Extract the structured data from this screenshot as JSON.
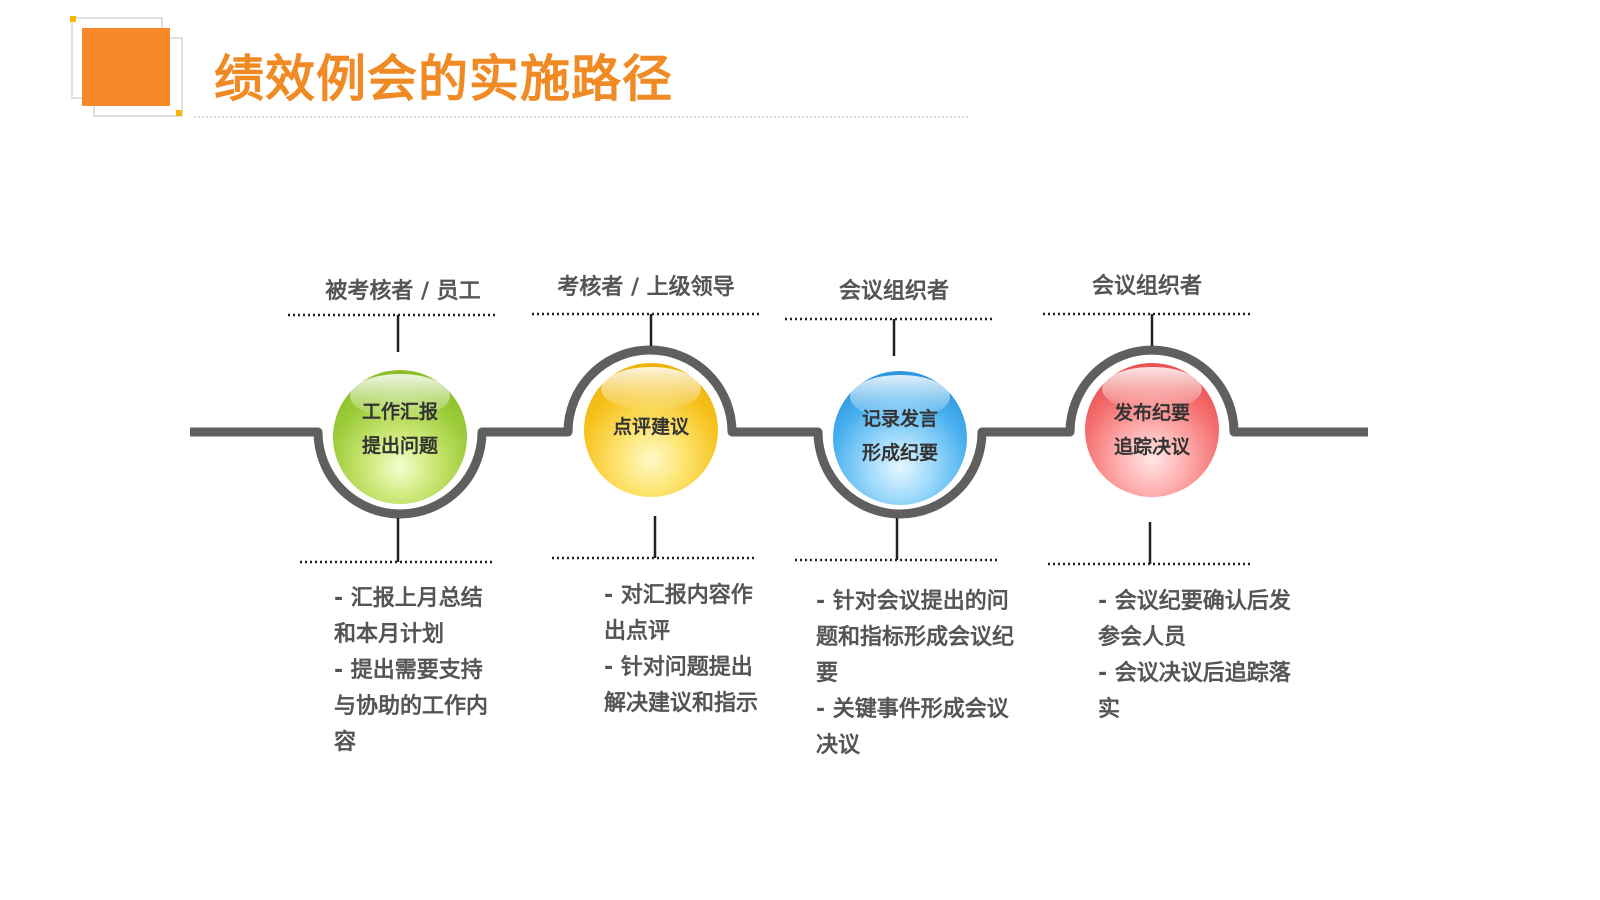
{
  "page": {
    "title": "绩效例会的实施路径",
    "accent_color": "#f08a24",
    "track_color": "#5f5f5f",
    "connector_color": "#222222"
  },
  "steps": [
    {
      "role": "被考核者 / 员工",
      "node_lines": [
        "工作汇报",
        "提出问题"
      ],
      "node_color": "green",
      "bullets": [
        "- 汇报上月总结和本月计划",
        "- 提出需要支持与协助的工作内容"
      ]
    },
    {
      "role": "考核者 / 上级领导",
      "node_lines": [
        "点评建议"
      ],
      "node_color": "yellow",
      "bullets": [
        "- 对汇报内容作出点评",
        "- 针对问题提出解决建议和指示"
      ]
    },
    {
      "role": "会议组织者",
      "node_lines": [
        "记录发言",
        "形成纪要"
      ],
      "node_color": "blue",
      "bullets": [
        "- 针对会议提出的问题和指标形成会议纪要",
        "- 关键事件形成会议决议"
      ]
    },
    {
      "role": "会议组织者",
      "node_lines": [
        "发布纪要",
        "追踪决议"
      ],
      "node_color": "red",
      "bullets": [
        "- 会议纪要确认后发参会人员",
        "- 会议决议后追踪落实"
      ]
    }
  ]
}
